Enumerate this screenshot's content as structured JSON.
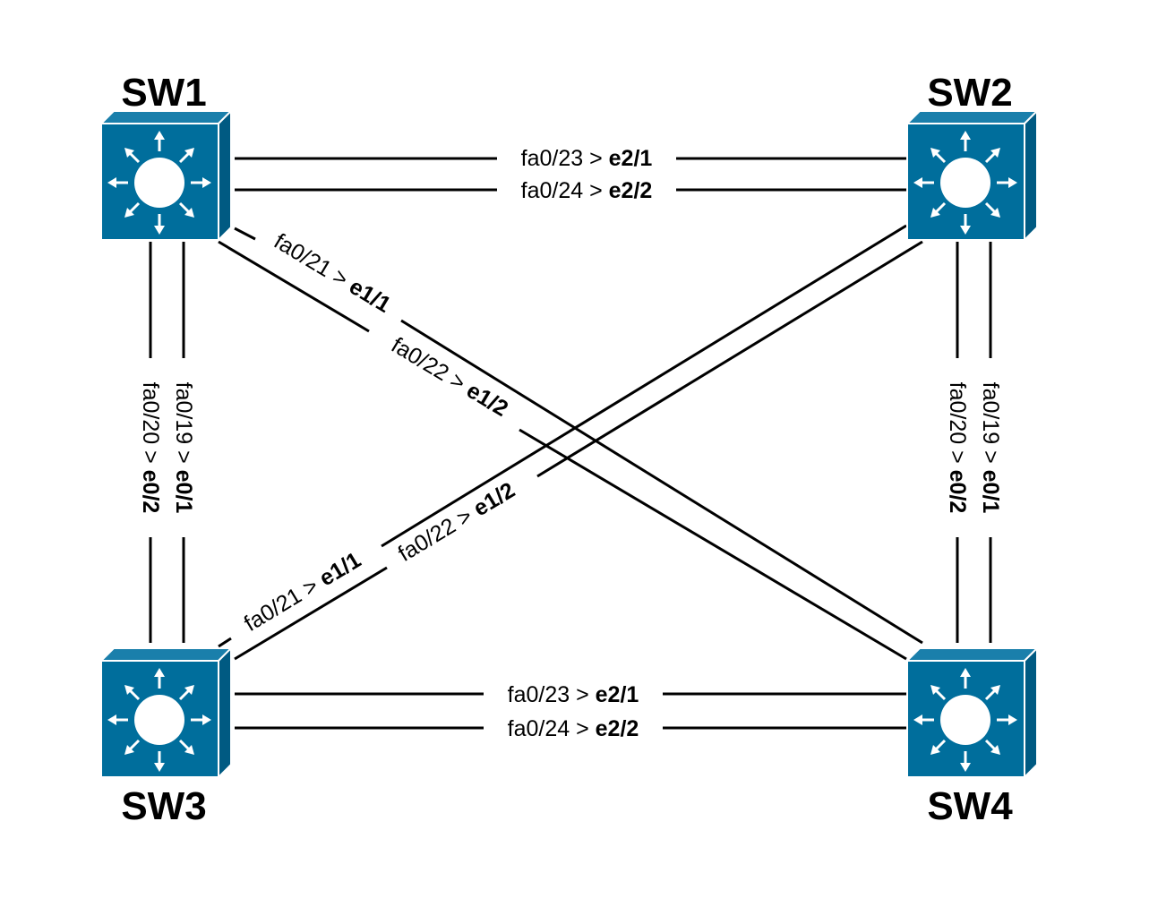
{
  "colors": {
    "switch_body": "#006e9c",
    "line": "#000000",
    "background": "#ffffff"
  },
  "switches": {
    "sw1": {
      "name": "SW1",
      "icon": "layer3-switch-icon"
    },
    "sw2": {
      "name": "SW2",
      "icon": "layer3-switch-icon"
    },
    "sw3": {
      "name": "SW3",
      "icon": "layer3-switch-icon"
    },
    "sw4": {
      "name": "SW4",
      "icon": "layer3-switch-icon"
    }
  },
  "links": [
    {
      "from": "SW1",
      "to": "SW2",
      "port_a": "fa0/23 > ",
      "port_b": "e2/1"
    },
    {
      "from": "SW1",
      "to": "SW2",
      "port_a": "fa0/24 > ",
      "port_b": "e2/2"
    },
    {
      "from": "SW3",
      "to": "SW4",
      "port_a": "fa0/23 > ",
      "port_b": "e2/1"
    },
    {
      "from": "SW3",
      "to": "SW4",
      "port_a": "fa0/24 > ",
      "port_b": "e2/2"
    },
    {
      "from": "SW1",
      "to": "SW3",
      "port_a": "fa0/20 > ",
      "port_b": "e0/2"
    },
    {
      "from": "SW1",
      "to": "SW3",
      "port_a": "fa0/19 > ",
      "port_b": "e0/1"
    },
    {
      "from": "SW2",
      "to": "SW4",
      "port_a": "fa0/20 > ",
      "port_b": "e0/2"
    },
    {
      "from": "SW2",
      "to": "SW4",
      "port_a": "fa0/19 > ",
      "port_b": "e0/1"
    },
    {
      "from": "SW1",
      "to": "SW4",
      "port_a": "fa0/21 > ",
      "port_b": "e1/1"
    },
    {
      "from": "SW1",
      "to": "SW4",
      "port_a": "fa0/22 > ",
      "port_b": "e1/2"
    },
    {
      "from": "SW3",
      "to": "SW2",
      "port_a": "fa0/21 > ",
      "port_b": "e1/1"
    },
    {
      "from": "SW3",
      "to": "SW2",
      "port_a": "fa0/22 > ",
      "port_b": "e1/2"
    }
  ]
}
